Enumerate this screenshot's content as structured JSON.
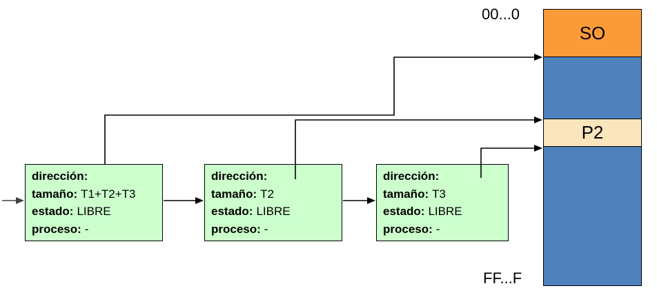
{
  "diagram": {
    "description": "Free-list of memory holes pointing into a memory map",
    "memory_map": {
      "top_address_label": "00...0",
      "bottom_address_label": "FF...F",
      "segments": [
        {
          "name": "so",
          "label": "SO",
          "color": "#FB9A38"
        },
        {
          "name": "free1",
          "label": "",
          "color": "#4F81BD"
        },
        {
          "name": "p2",
          "label": "P2",
          "color": "#FBE5BC"
        },
        {
          "name": "free2",
          "label": "",
          "color": "#4F81BD"
        }
      ]
    },
    "free_list_nodes": [
      {
        "fields": [
          {
            "label": "dirección:",
            "value": ""
          },
          {
            "label": "tamaño:",
            "value": "T1+T2+T3"
          },
          {
            "label": "estado:",
            "value": "LIBRE"
          },
          {
            "label": "proceso:",
            "value": "-"
          }
        ]
      },
      {
        "fields": [
          {
            "label": "dirección:",
            "value": ""
          },
          {
            "label": "tamaño:",
            "value": "T2"
          },
          {
            "label": "estado:",
            "value": "LIBRE"
          },
          {
            "label": "proceso:",
            "value": "-"
          }
        ]
      },
      {
        "fields": [
          {
            "label": "dirección:",
            "value": ""
          },
          {
            "label": "tamaño:",
            "value": "T3"
          },
          {
            "label": "estado:",
            "value": "LIBRE"
          },
          {
            "label": "proceso:",
            "value": "-"
          }
        ]
      }
    ],
    "colors": {
      "node_fill": "#CCFFCC",
      "so_orange": "#FB9A38",
      "memory_blue": "#4F81BD",
      "p2_cream": "#FBE5BC",
      "line_black": "#000000",
      "entry_arrow_grey": "#404040"
    }
  }
}
